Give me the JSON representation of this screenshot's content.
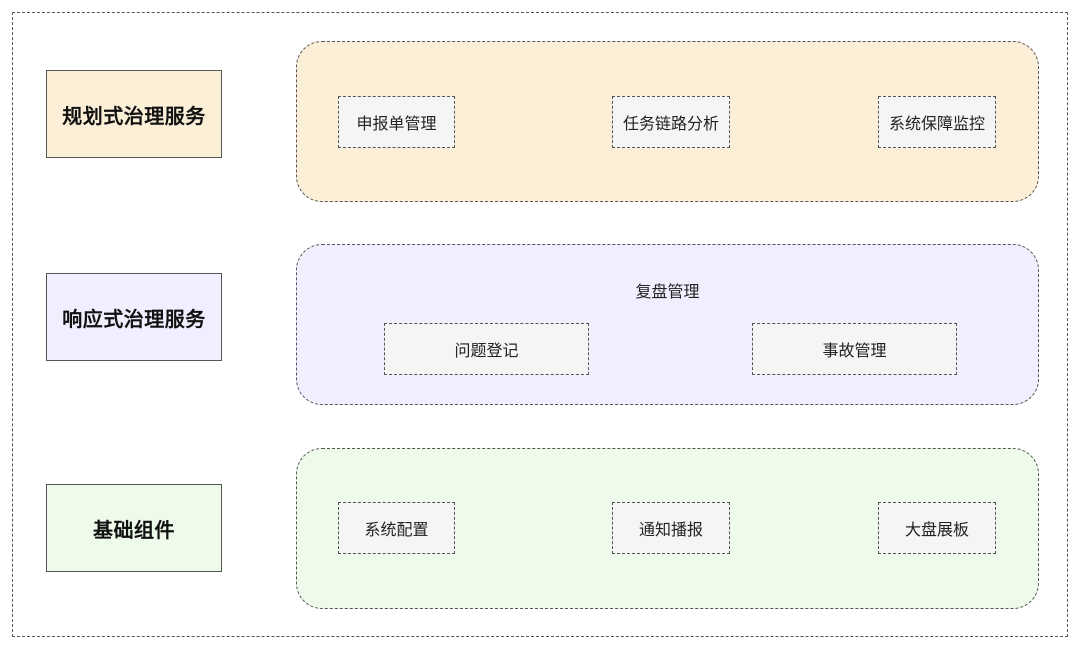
{
  "colors": {
    "planned": "#fcefd7",
    "responsive": "#efefff",
    "base": "#eefbea",
    "item_fill": "#f5f5f5",
    "stroke": "#555555"
  },
  "rows": {
    "planned": {
      "label": "规划式治理服务",
      "items": [
        "申报单管理",
        "任务链路分析",
        "系统保障监控"
      ]
    },
    "responsive": {
      "label": "响应式治理服务",
      "group_title": "复盘管理",
      "items": [
        "问题登记",
        "事故管理"
      ]
    },
    "base": {
      "label": "基础组件",
      "items": [
        "系统配置",
        "通知播报",
        "大盘展板"
      ]
    }
  }
}
